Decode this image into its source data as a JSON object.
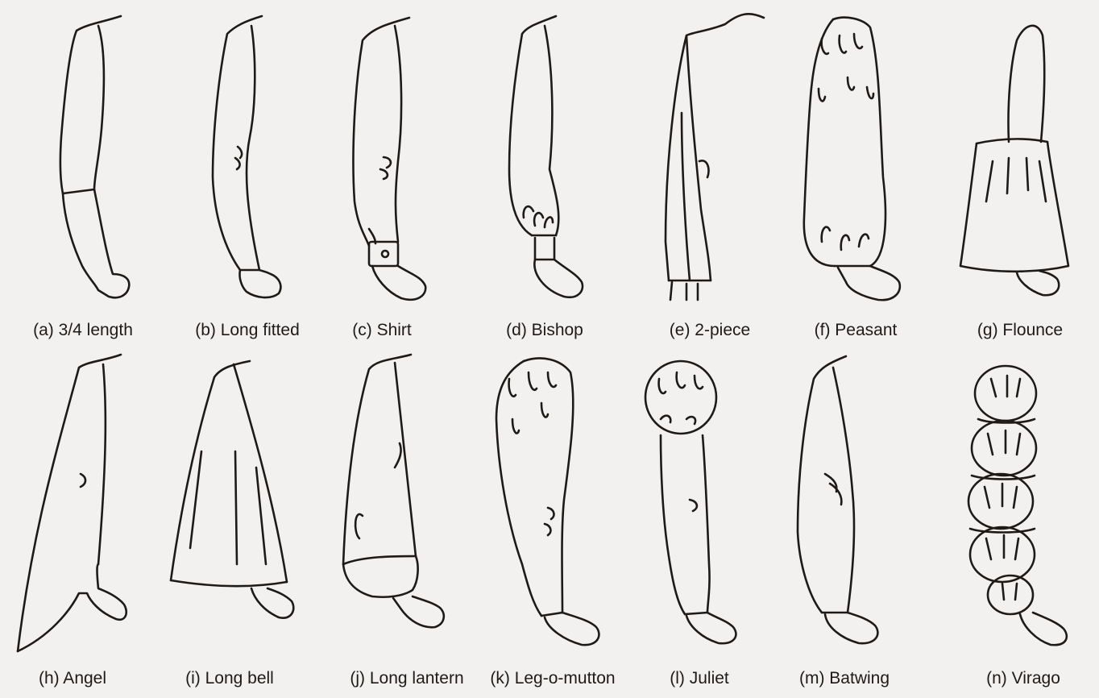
{
  "figure": {
    "sleeves": [
      {
        "id": "a",
        "caption": "(a) 3/4 length",
        "icon": "three-quarter-length-sleeve"
      },
      {
        "id": "b",
        "caption": "(b)  Long fitted",
        "icon": "long-fitted-sleeve"
      },
      {
        "id": "c",
        "caption": "(c)  Shirt",
        "icon": "shirt-sleeve"
      },
      {
        "id": "d",
        "caption": "(d)  Bishop",
        "icon": "bishop-sleeve"
      },
      {
        "id": "e",
        "caption": "(e)  2-piece",
        "icon": "two-piece-sleeve"
      },
      {
        "id": "f",
        "caption": "(f)  Peasant",
        "icon": "peasant-sleeve"
      },
      {
        "id": "g",
        "caption": "(g)  Flounce",
        "icon": "flounce-sleeve"
      },
      {
        "id": "h",
        "caption": "(h)  Angel",
        "icon": "angel-sleeve"
      },
      {
        "id": "i",
        "caption": "(i)  Long bell",
        "icon": "long-bell-sleeve"
      },
      {
        "id": "j",
        "caption": "(j)  Long lantern",
        "icon": "long-lantern-sleeve"
      },
      {
        "id": "k",
        "caption": "(k)  Leg-o-mutton",
        "icon": "leg-o-mutton-sleeve"
      },
      {
        "id": "l",
        "caption": "(l)  Juliet",
        "icon": "juliet-sleeve"
      },
      {
        "id": "m",
        "caption": "(m)  Batwing",
        "icon": "batwing-sleeve"
      },
      {
        "id": "n",
        "caption": "(n)  Virago",
        "icon": "virago-sleeve"
      }
    ]
  },
  "colors": {
    "background": "#f3f1ef",
    "ink": "#1e1a18"
  }
}
